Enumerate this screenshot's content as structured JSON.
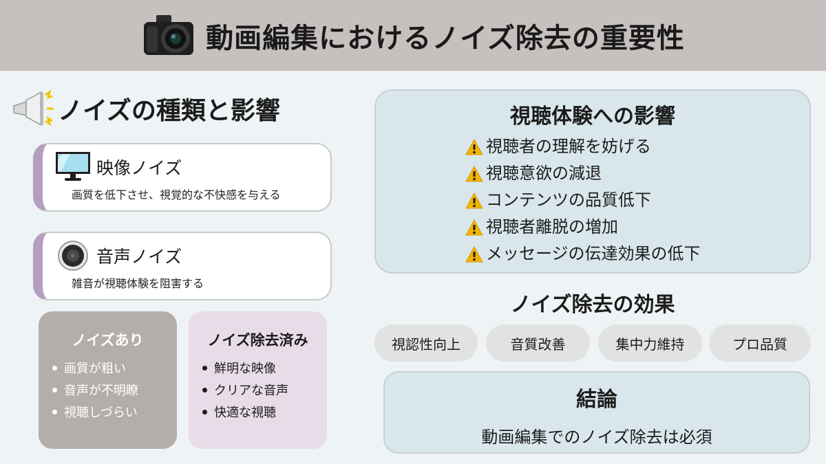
{
  "header": {
    "title": "動画編集におけるノイズ除去の重要性",
    "icon": "camera-icon"
  },
  "left": {
    "title": "ノイズの種類と影響",
    "title_icon": "megaphone-icon",
    "cards": [
      {
        "name": "映像ノイズ",
        "desc": "画質を低下させ、視覚的な不快感を与える",
        "icon": "monitor-icon"
      },
      {
        "name": "音声ノイズ",
        "desc": "雑音が視聴体験を阻害する",
        "icon": "speaker-icon"
      }
    ],
    "with_noise": {
      "title": "ノイズあり",
      "items": [
        "画質が粗い",
        "音声が不明瞭",
        "視聴しづらい"
      ]
    },
    "without_noise": {
      "title": "ノイズ除去済み",
      "items": [
        "鮮明な映像",
        "クリアな音声",
        "快適な視聴"
      ]
    }
  },
  "impact": {
    "title": "視聴体験への影響",
    "items": [
      "視聴者の理解を妨げる",
      "視聴意欲の減退",
      "コンテンツの品質低下",
      "視聴者離脱の増加",
      "メッセージの伝達効果の低下"
    ]
  },
  "effects": {
    "title": "ノイズ除去の効果",
    "chips": [
      "視認性向上",
      "音質改善",
      "集中力維持",
      "プロ品質"
    ]
  },
  "conclusion": {
    "title": "結論",
    "text": "動画編集でのノイズ除去は必須"
  },
  "colors": {
    "header_bg": "#c6c1be",
    "page_bg": "#eef3f6",
    "card_accent": "#b39fbf",
    "with_noise_bg": "#b3aea9",
    "without_noise_bg": "#e7dce7",
    "panel_bg": "#d9e7ec",
    "chip_bg": "#e2e2e2",
    "warning": "#f2b400"
  }
}
